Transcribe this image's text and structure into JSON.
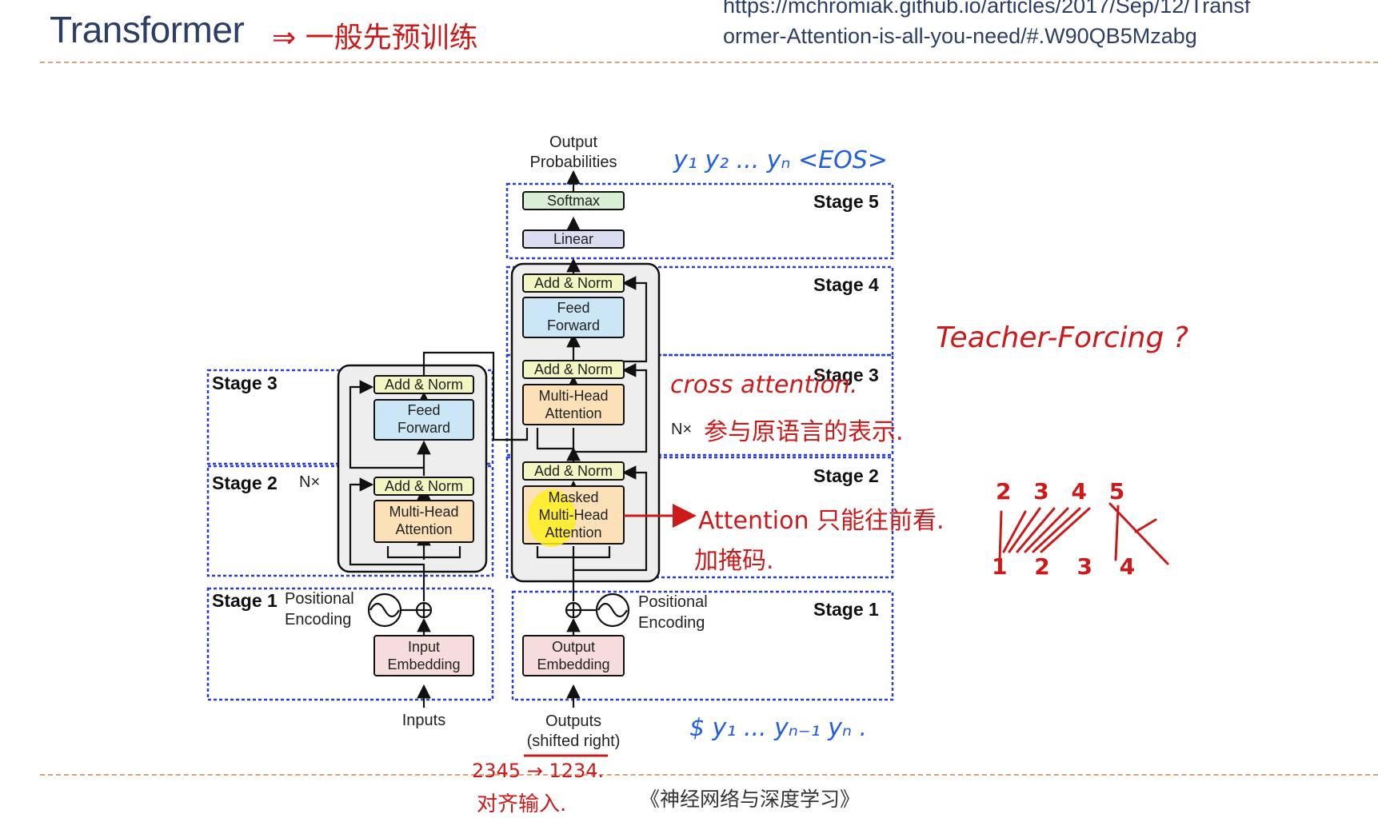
{
  "slide": {
    "title": "Transformer",
    "title_note": "⇒ 一般先预训练",
    "url_line1": "https://mchromiak.github.io/articles/2017/Sep/12/Transf",
    "url_line2": "ormer-Attention-is-all-you-need/#.W90QB5Mzabg",
    "footer": "《神经网络与深度学习》"
  },
  "diagram": {
    "encoder_stages": [
      "Stage 3",
      "Stage 2",
      "Stage 1"
    ],
    "decoder_stages": [
      "Stage 5",
      "Stage 4",
      "Stage 3",
      "Stage 2",
      "Stage 1"
    ],
    "nx_label": "N×",
    "output_probabilities": [
      "Output",
      "Probabilities"
    ],
    "softmax": "Softmax",
    "linear": "Linear",
    "add_norm": "Add & Norm",
    "feed_forward": [
      "Feed",
      "Forward"
    ],
    "multi_head_attention": [
      "Multi-Head",
      "Attention"
    ],
    "masked_attention": [
      "Masked",
      "Multi-Head",
      "Attention"
    ],
    "positional_encoding": [
      "Positional",
      "Encoding"
    ],
    "input_embedding": [
      "Input",
      "Embedding"
    ],
    "output_embedding": [
      "Output",
      "Embedding"
    ],
    "inputs": "Inputs",
    "outputs": [
      "Outputs",
      "(shifted right)"
    ]
  },
  "annotations": {
    "blue_top": "y₁ y₂ ... yₙ <EOS>",
    "blue_bottom": "$ y₁ ... yₙ₋₁ yₙ .",
    "teacher_forcing": "Teacher-Forcing ?",
    "cross_attention": "cross attention.",
    "cross_attention_note": "参与原语言的表示.",
    "masked_note_1": "Attention 只能往前看.",
    "masked_note_2": "加掩码.",
    "shift_note_1": "2345 → 1234.",
    "shift_note_2": "对齐输入.",
    "alignment_top": [
      "2",
      "3",
      "4",
      "5"
    ],
    "alignment_bottom": [
      "1",
      "2",
      "3",
      "4"
    ]
  },
  "colors": {
    "title": "#2c3e63",
    "red_ink": "#cc1a1a",
    "blue_ink": "#1f5fe0",
    "stage_box": "#2b3fd6",
    "add_norm_fill": "#f3f5c2",
    "feed_forward_fill": "#cbe6f5",
    "attention_fill": "#fbe0b8",
    "embedding_fill": "#f6dcdc",
    "softmax_fill": "#d8efd6",
    "linear_fill": "#dcdcf0",
    "highlight": "#ffef1e"
  }
}
